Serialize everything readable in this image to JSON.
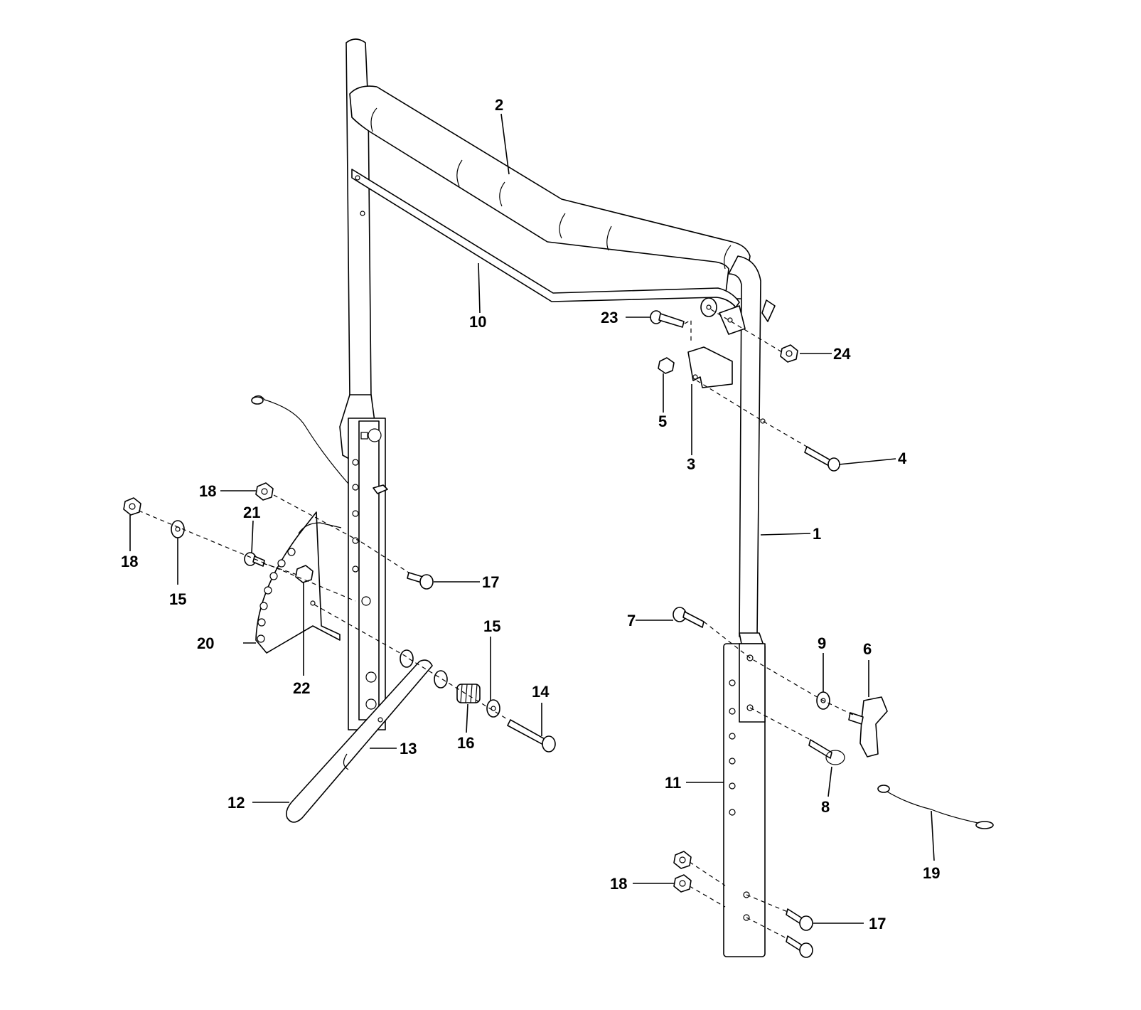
{
  "callouts": {
    "c1": "1",
    "c2": "2",
    "c3": "3",
    "c4": "4",
    "c5": "5",
    "c6": "6",
    "c7": "7",
    "c8": "8",
    "c9": "9",
    "c10": "10",
    "c11": "11",
    "c12": "12",
    "c13": "13",
    "c14": "14",
    "c15a": "15",
    "c15b": "15",
    "c16": "16",
    "c17a": "17",
    "c17b": "17",
    "c18a": "18",
    "c18b": "18",
    "c18c": "18",
    "c19": "19",
    "c20": "20",
    "c21": "21",
    "c22": "22",
    "c23": "23",
    "c24": "24"
  },
  "colors": {
    "line": "#000000",
    "background": "#ffffff"
  }
}
